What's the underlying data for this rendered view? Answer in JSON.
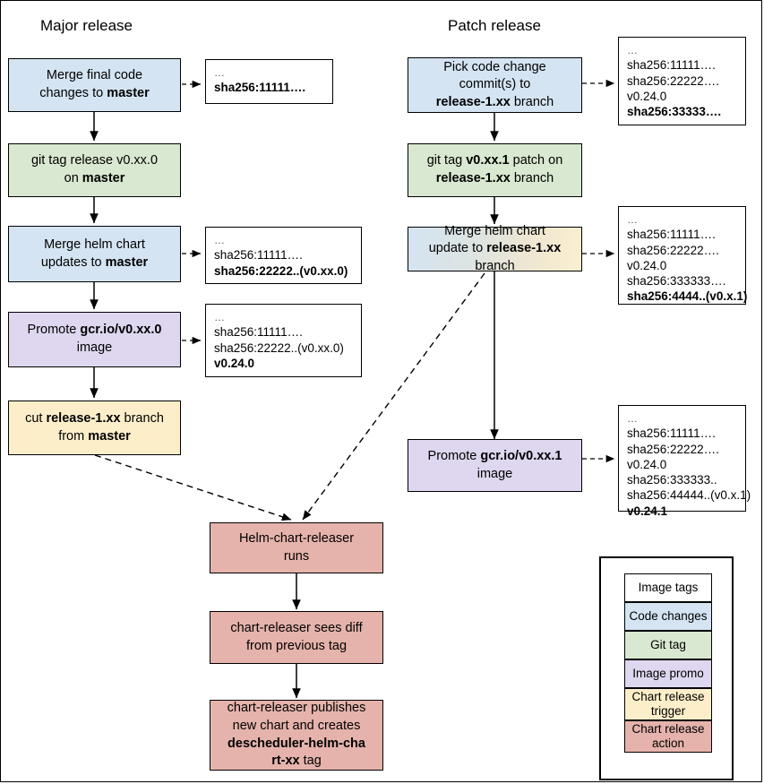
{
  "titles": {
    "major": "Major release",
    "patch": "Patch release"
  },
  "major_column": {
    "steps": [
      {
        "id": "merge-final-code",
        "kind": "code-changes",
        "line1": "Merge final code",
        "line2": "changes to ",
        "line2b": "master"
      },
      {
        "id": "git-tag-release",
        "kind": "git-tag",
        "line1": "git tag release v0.xx.0",
        "line2": "on ",
        "line2b": "master"
      },
      {
        "id": "merge-helm-chart-master",
        "kind": "code-changes",
        "line1": "Merge helm chart",
        "line2": "updates to ",
        "line2b": "master"
      },
      {
        "id": "promote-image-major",
        "kind": "image-promo",
        "line1": "Promote ",
        "line1b": "gcr.io/v0.xx.0",
        "line2": "image"
      },
      {
        "id": "cut-release-branch",
        "kind": "chart-release-trigger",
        "line1": "cut ",
        "line1b": "release-1.xx",
        "line1c": " branch",
        "line2": "from ",
        "line2b": "master"
      }
    ],
    "tag_boxes": [
      {
        "id": "tags-after-merge-final-code",
        "lines": [
          {
            "t": "…",
            "bold": false
          },
          {
            "t": "sha256:11111….",
            "bold": true
          }
        ]
      },
      {
        "id": "tags-after-merge-helm-master",
        "lines": [
          {
            "t": "…",
            "bold": false
          },
          {
            "t": "sha256:11111….",
            "bold": false
          },
          {
            "t": "sha256:22222..(v0.xx.0)",
            "bold": true
          }
        ]
      },
      {
        "id": "tags-after-promote-major",
        "lines": [
          {
            "t": "…",
            "bold": false
          },
          {
            "t": "sha256:11111….",
            "bold": false
          },
          {
            "t": "sha256:22222..(v0.xx.0)",
            "bold": false
          },
          {
            "t": "v0.24.0",
            "bold": true
          }
        ]
      }
    ]
  },
  "patch_column": {
    "steps": [
      {
        "id": "pick-code-change",
        "kind": "code-changes",
        "line1": "Pick code change",
        "line2": "commit(s) to",
        "line3b": "release-1.xx",
        "line3c": " branch"
      },
      {
        "id": "git-tag-patch",
        "kind": "git-tag",
        "line1": "git tag ",
        "line1b": "v0.xx.1",
        "line1c": " patch on",
        "line2b": "release-1.xx",
        "line2c": " branch"
      },
      {
        "id": "merge-helm-chart-release-branch",
        "kind": "code-changes-to-trigger",
        "line1": "Merge helm chart",
        "line2": "update to ",
        "line2b": "release-1.xx",
        "line3": "branch"
      },
      {
        "id": "promote-image-patch",
        "kind": "image-promo",
        "line1": "Promote ",
        "line1b": "gcr.io/v0.xx.1",
        "line2": "image"
      }
    ],
    "tag_boxes": [
      {
        "id": "tags-after-pick-code-change",
        "lines": [
          {
            "t": "…",
            "bold": false
          },
          {
            "t": "sha256:11111….",
            "bold": false
          },
          {
            "t": "sha256:22222….",
            "bold": false
          },
          {
            "t": "v0.24.0",
            "bold": false
          },
          {
            "t": "sha256:33333….",
            "bold": true
          }
        ]
      },
      {
        "id": "tags-after-merge-helm-release-branch",
        "lines": [
          {
            "t": "…",
            "bold": false
          },
          {
            "t": "sha256:11111….",
            "bold": false
          },
          {
            "t": "sha256:22222….",
            "bold": false
          },
          {
            "t": "v0.24.0",
            "bold": false
          },
          {
            "t": "sha256:333333….",
            "bold": false
          },
          {
            "t": "sha256:4444..(v0.x.1)",
            "bold": true
          }
        ]
      },
      {
        "id": "tags-after-promote-patch",
        "lines": [
          {
            "t": "…",
            "bold": false
          },
          {
            "t": "sha256:11111….",
            "bold": false
          },
          {
            "t": "sha256:22222….",
            "bold": false
          },
          {
            "t": "v0.24.0",
            "bold": false
          },
          {
            "t": "sha256:333333..",
            "bold": false
          },
          {
            "t": "sha256:44444..(v0.x.1)",
            "bold": false
          },
          {
            "t": "v0.24.1",
            "bold": true
          }
        ]
      }
    ]
  },
  "chart_release_flow": {
    "steps": [
      {
        "id": "helm-chart-releaser-runs",
        "kind": "chart-release-action",
        "line1": "Helm-chart-releaser",
        "line2": "runs"
      },
      {
        "id": "chart-releaser-sees-diff",
        "kind": "chart-release-action",
        "line1": "chart-releaser sees diff",
        "line2": "from previous tag"
      },
      {
        "id": "chart-releaser-publishes",
        "kind": "chart-release-action",
        "line1": "chart-releaser publishes",
        "line2": "new chart and creates",
        "line3b": "descheduler-helm-cha",
        "line4b": "rt-xx",
        "line4c": " tag"
      }
    ]
  },
  "legend": {
    "items": [
      {
        "label": "Image tags",
        "kind": "image-tags",
        "color": "#ffffff"
      },
      {
        "label": "Code changes",
        "kind": "code-changes",
        "color": "#d4e4f2"
      },
      {
        "label": "Git tag",
        "kind": "git-tag",
        "color": "#d9e8d0"
      },
      {
        "label": "Image promo",
        "kind": "image-promo",
        "color": "#ded7ef"
      },
      {
        "label": "Chart release trigger",
        "kind": "chart-release-trigger",
        "color": "#fdeeca"
      },
      {
        "label": "Chart release action",
        "kind": "chart-release-action",
        "color": "#e5b3ab"
      }
    ]
  }
}
